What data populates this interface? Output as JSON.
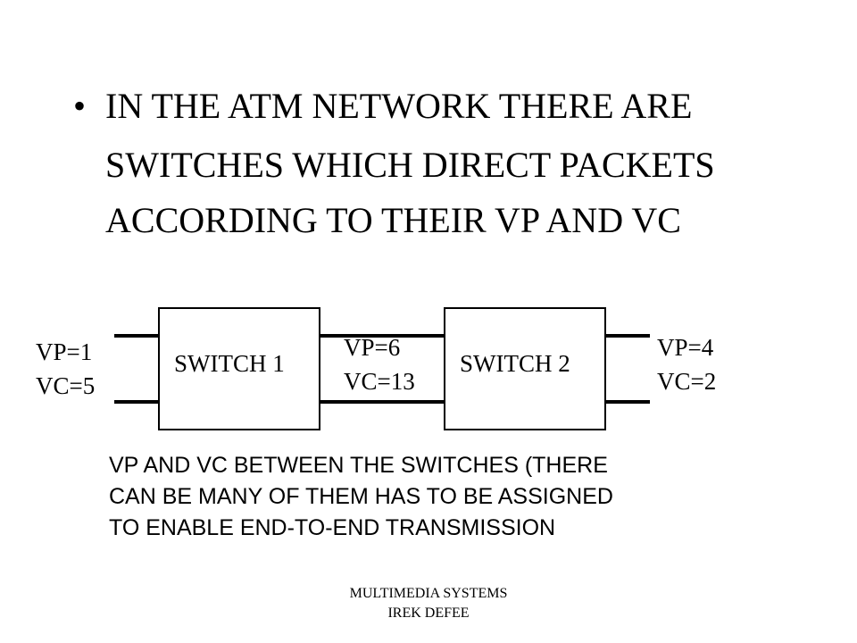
{
  "bullet": {
    "marker": "•",
    "lines": [
      "IN THE ATM NETWORK THERE ARE",
      "SWITCHES WHICH DIRECT PACKETS",
      "ACCORDING TO THEIR VP AND VC"
    ]
  },
  "diagram": {
    "switches": [
      "SWITCH 1",
      "SWITCH 2"
    ],
    "left_link": {
      "vp": "VP=1",
      "vc": "VC=5"
    },
    "middle_link": {
      "vp": "VP=6",
      "vc": "VC=13"
    },
    "right_link": {
      "vp": "VP=4",
      "vc": "VC=2"
    }
  },
  "note": {
    "lines": [
      "VP AND VC BETWEEN THE SWITCHES (THERE",
      "CAN BE MANY OF THEM HAS TO BE ASSIGNED",
      "TO ENABLE END-TO-END TRANSMISSION"
    ]
  },
  "footer": {
    "line1": "MULTIMEDIA SYSTEMS",
    "line2": "IREK DEFEE"
  }
}
